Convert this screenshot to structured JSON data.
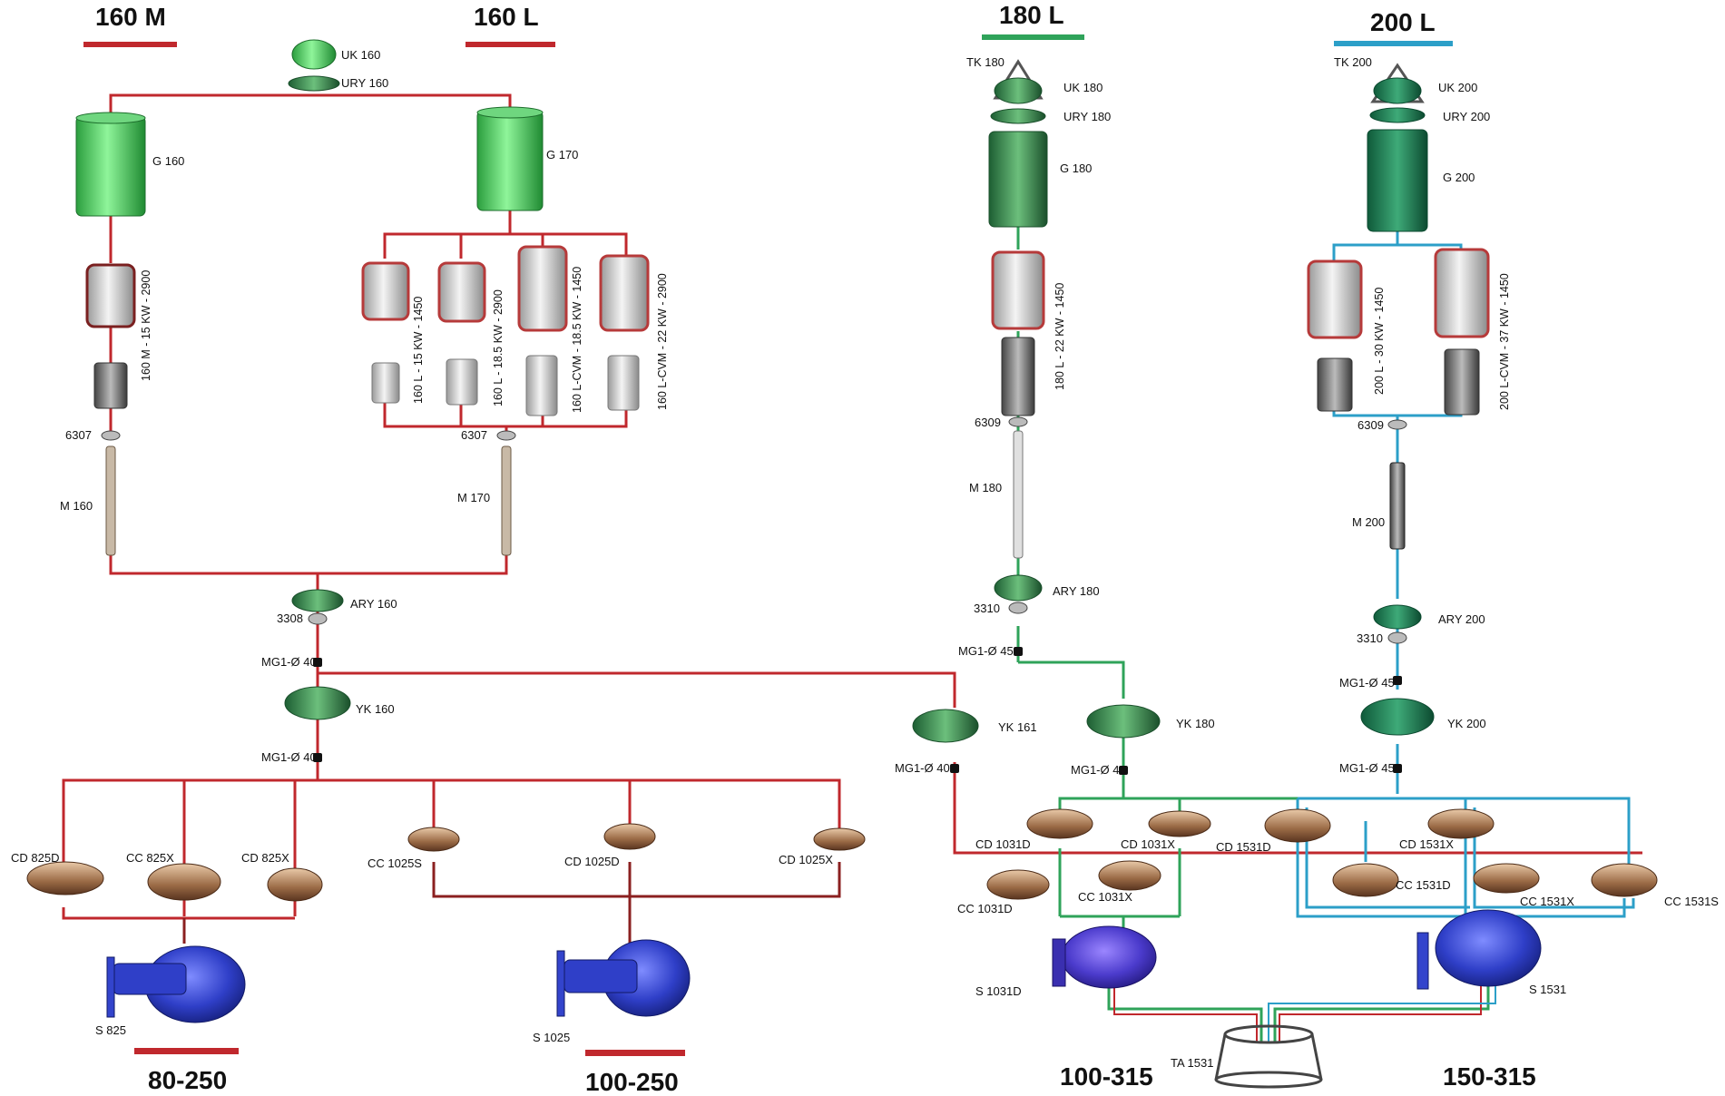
{
  "series_labels": {
    "s160m": "160 M",
    "s160l": "160 L",
    "s180l": "180 L",
    "s200l": "200 L",
    "p80_250": "80-250",
    "p100_250": "100-250",
    "p100_315": "100-315",
    "p150_315": "150-315"
  },
  "colors": {
    "red": "#c0282d",
    "darkred": "#8b2020",
    "green": "#2fa35a",
    "blue": "#2c9fc8",
    "gray": "#555555"
  },
  "labels": {
    "uk160": "UK 160",
    "ury160": "URY 160",
    "g160": "G 160",
    "g170": "G 170",
    "m160_15": "160 M - 15 KW - 2900",
    "l160_15": "160 L - 15 KW - 1450",
    "l160_185": "160 L - 18.5 KW - 2900",
    "lcvm_185": "160 L-CVM - 18.5 KW - 1450",
    "lcvm_22": "160 L-CVM - 22 KW - 2900",
    "b6307a": "6307",
    "b6307b": "6307",
    "m160": "M 160",
    "m170": "M 170",
    "ary160": "ARY 160",
    "b3308": "3308",
    "mg40a": "MG1-Ø 40",
    "yk160": "YK 160",
    "mg40b": "MG1-Ø 40",
    "cd825d": "CD 825D",
    "cc825x": "CC 825X",
    "cd825x": "CD 825X",
    "cc1025s": "CC 1025S",
    "cd1025d": "CD 1025D",
    "cd1025x": "CD 1025X",
    "s825": "S 825",
    "s1025": "S 1025",
    "tk180": "TK 180",
    "uk180": "UK 180",
    "ury180": "URY 180",
    "g180": "G 180",
    "l180_22": "180 L - 22 KW - 1450",
    "b6309a": "6309",
    "m180": "M 180",
    "ary180": "ARY 180",
    "b3310a": "3310",
    "mg45a": "MG1-Ø 45",
    "yk161": "YK 161",
    "yk180": "YK 180",
    "mg40c": "MG1-Ø 40",
    "mg45b": "MG1-Ø 45",
    "tk200": "TK 200",
    "uk200": "UK 200",
    "ury200": "URY 200",
    "g200": "G 200",
    "l200_30": "200 L - 30 KW - 1450",
    "lcvm_37": "200 L-CVM - 37 KW - 1450",
    "b6309b": "6309",
    "m200": "M 200",
    "ary200": "ARY 200",
    "b3310b": "3310",
    "mg45c": "MG1-Ø 45",
    "yk200": "YK 200",
    "mg45d": "MG1-Ø 45",
    "cd1031d": "CD 1031D",
    "cd1031x": "CD 1031X",
    "cd1531d": "CD 1531D",
    "cd1531x": "CD 1531X",
    "cc1031d": "CC 1031D",
    "cc1031x": "CC 1031X",
    "cc1531d": "CC 1531D",
    "cc1531x": "CC 1531X",
    "cc1531s": "CC 1531S",
    "s1031d": "S 1031D",
    "s1531": "S 1531",
    "ta1531": "TA 1531"
  }
}
